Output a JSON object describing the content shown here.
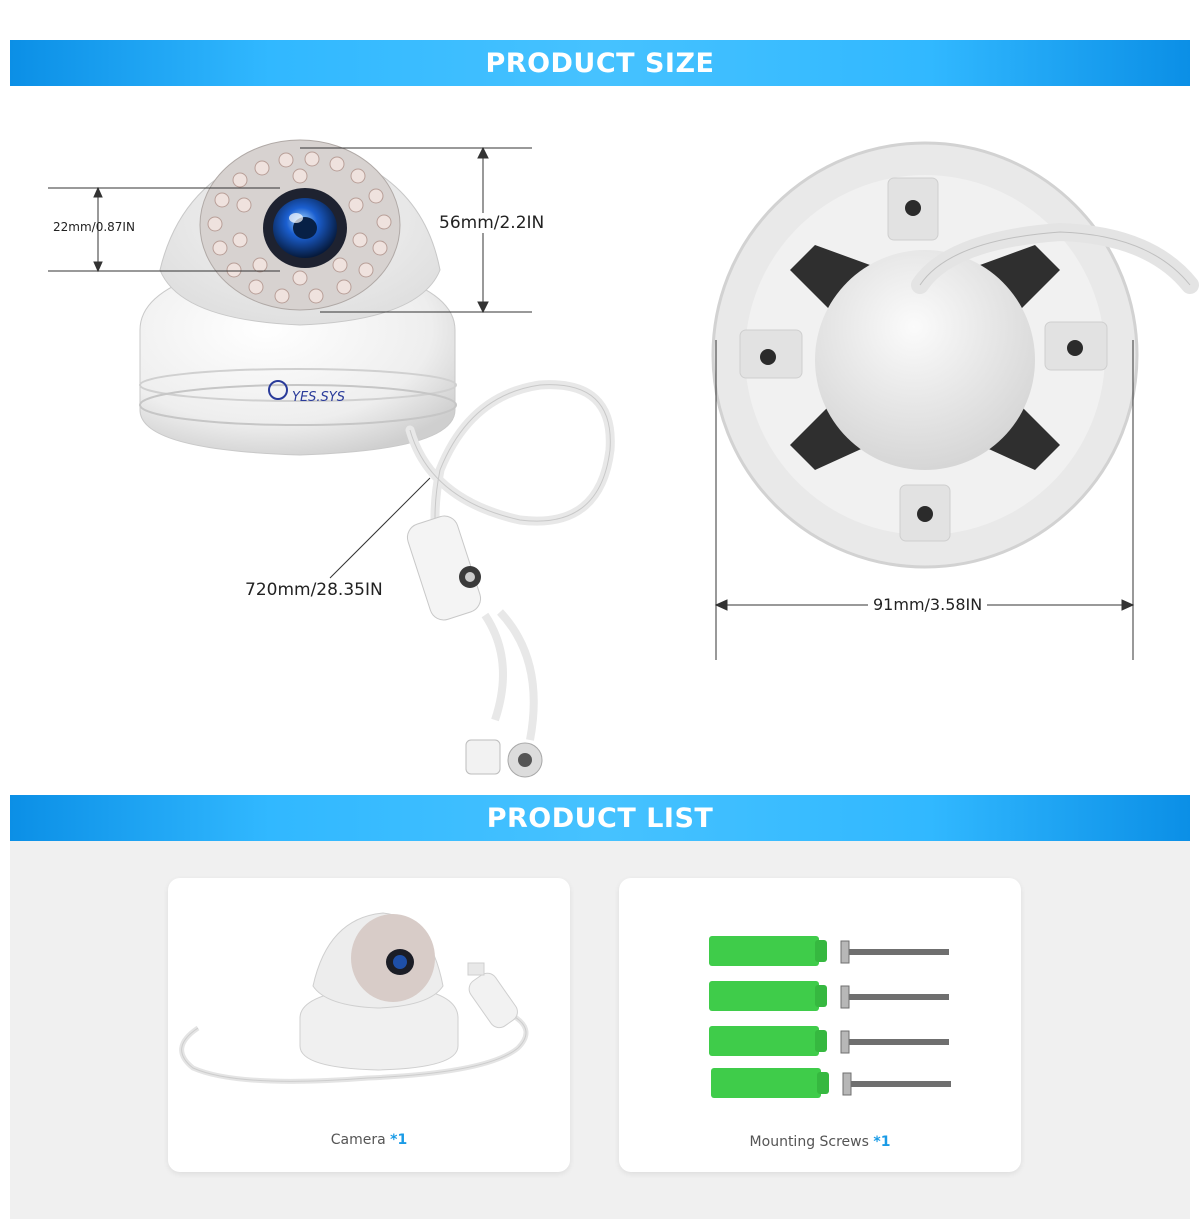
{
  "size_section": {
    "title": "PRODUCT SIZE"
  },
  "list_section": {
    "title": "PRODUCT LIST"
  },
  "dimensions": {
    "lens": "22mm/0.87IN",
    "height": "56mm/2.2IN",
    "cable": "720mm/28.35IN",
    "diameter": "91mm/3.58IN"
  },
  "brand": {
    "logo_text": "YES.SYS"
  },
  "products": [
    {
      "label": "Camera",
      "qty": "*1",
      "icon": "dome-camera-icon"
    },
    {
      "label": "Mounting Screws",
      "qty": "*1",
      "icon": "screws-icon"
    }
  ],
  "colors": {
    "banner": "#31b8ff",
    "accent": "#1a9be6",
    "anchor_green": "#3fcc4a"
  }
}
